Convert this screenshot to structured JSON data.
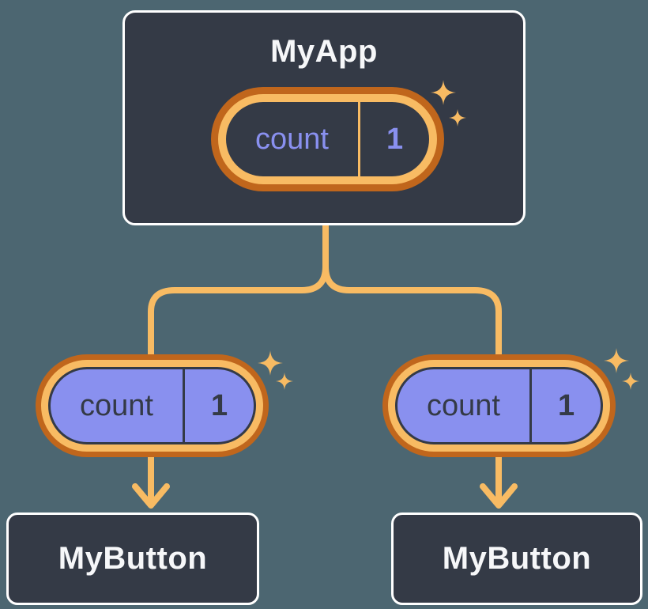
{
  "canvas": {
    "background": "#4C6671"
  },
  "colors": {
    "node_background": "#343A46",
    "node_border": "#FFFFFF",
    "node_text": "#F6F7F9",
    "orange_light": "#F8BB63",
    "orange_dark": "#C0661C",
    "purple": "#8990EF",
    "pill_dark_text": "#343A46"
  },
  "nodes": {
    "app": {
      "label": "MyApp"
    },
    "button_left": {
      "label": "MyButton"
    },
    "button_right": {
      "label": "MyButton"
    }
  },
  "pills": {
    "app": {
      "name": "count",
      "value": "1"
    },
    "left": {
      "name": "count",
      "value": "1"
    },
    "right": {
      "name": "count",
      "value": "1"
    }
  }
}
